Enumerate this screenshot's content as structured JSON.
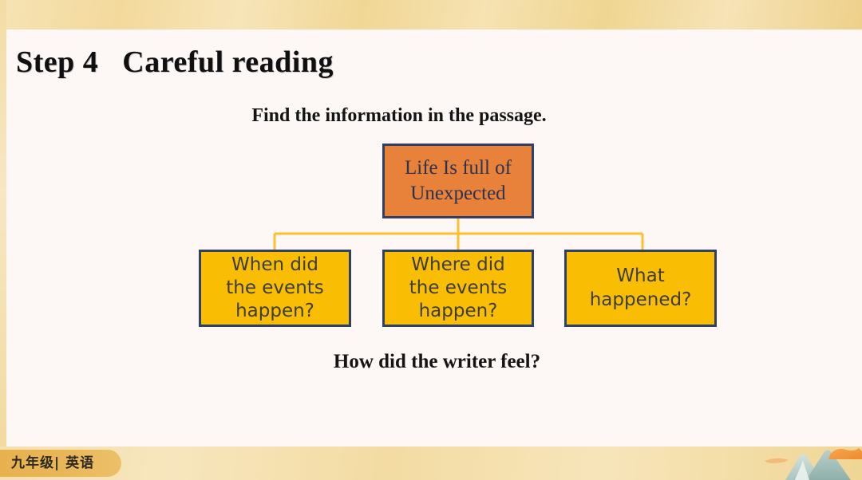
{
  "slide": {
    "step_title": "Step 4   Careful reading",
    "prompt": "Find the information in the passage.",
    "closing_question": "How did the writer feel?"
  },
  "diagram": {
    "type": "tree",
    "root": {
      "label": "Life Is full of\nUnexpected",
      "fill": "#e8813a",
      "border": "#2e4064",
      "text_color": "#2c3350"
    },
    "children": [
      {
        "label": "When did\nthe events\nhappen?",
        "fill": "#f9be04",
        "border": "#2e4064",
        "text_color": "#3d3d3d"
      },
      {
        "label": "Where did\nthe events\nhappen?",
        "fill": "#f9be04",
        "border": "#2e4064",
        "text_color": "#3d3d3d"
      },
      {
        "label": "What\nhappened?",
        "fill": "#f9be04",
        "border": "#2e4064",
        "text_color": "#3d3d3d"
      }
    ],
    "connector_color": "#fbc02d"
  },
  "footer": {
    "grade_subject": "九年级| 英语",
    "pill_color": "#e9b656",
    "band_color": "#f3dba3",
    "corner_art": "watercolor-mountain-illustration"
  },
  "theme": {
    "background": "#fdf7f6",
    "top_band": "#f2d99a",
    "accent_orange": "#e8813a",
    "accent_yellow": "#f9be04",
    "navy_border": "#2e4064"
  }
}
